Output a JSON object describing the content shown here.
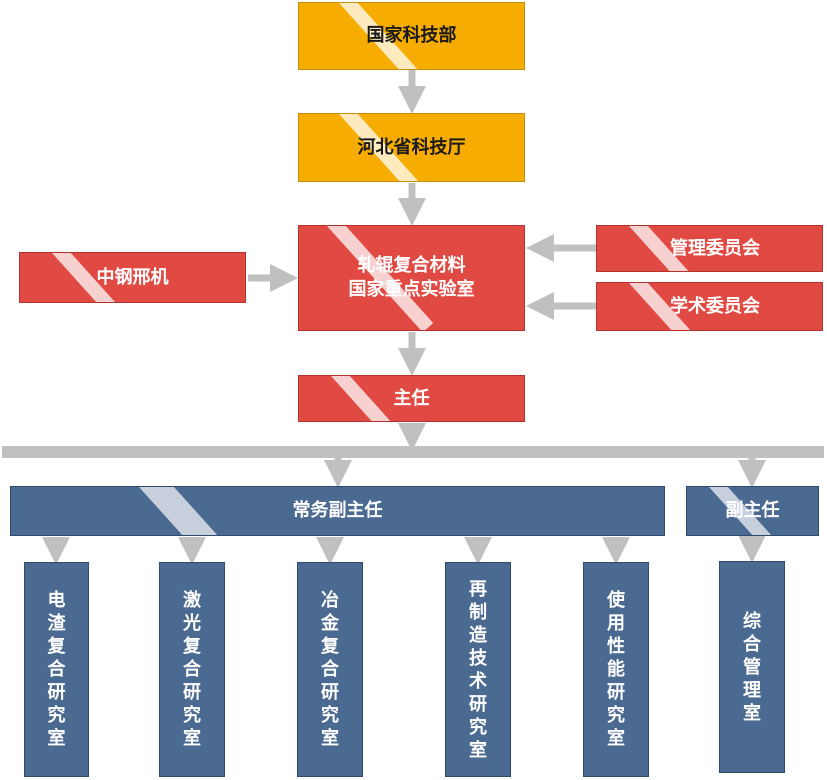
{
  "colors": {
    "gold": "#f6ac00",
    "red": "#e04a43",
    "blue": "#4b6a91",
    "connector": "#c0c0c0"
  },
  "nodes": {
    "ministry": "国家科技部",
    "province": "河北省科技厅",
    "lab_line1": "轧辊复合材料",
    "lab_line2": "国家重点实验室",
    "sponsor": "中钢邢机",
    "management_committee": "管理委员会",
    "academic_committee": "学术委员会",
    "director": "主任",
    "executive_deputy": "常务副主任",
    "deputy": "副主任"
  },
  "divisions": [
    "电渣复合研究室",
    "激光复合研究室",
    "冶金复合研究室",
    "再制造技术研究室",
    "使用性能研究室",
    "综合管理室"
  ]
}
